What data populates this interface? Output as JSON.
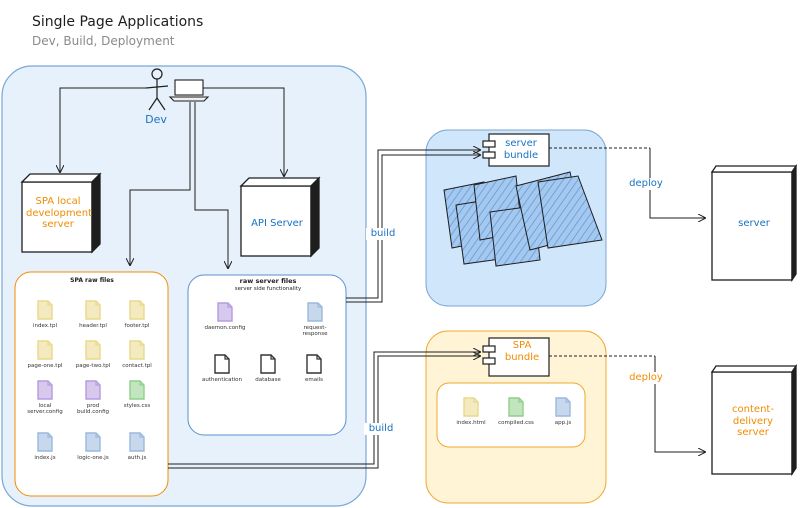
{
  "header": {
    "title": "Single Page Applications",
    "subtitle": "Dev, Build, Deployment"
  },
  "dev": {
    "label": "Dev"
  },
  "nodes": {
    "local_server": "SPA local development server",
    "api_server": "API Server",
    "server_bundle": "server bundle",
    "spa_bundle": "SPA bundle",
    "server": "server",
    "cdn_server": "content-delivery server"
  },
  "edges": {
    "build_top": "build",
    "build_bottom": "build",
    "deploy_top": "deploy",
    "deploy_bottom": "deploy"
  },
  "spa_raw": {
    "title": "SPA raw files",
    "files": [
      {
        "name": "index.tpl",
        "type": "tpl"
      },
      {
        "name": "header.tpl",
        "type": "tpl"
      },
      {
        "name": "footer.tpl",
        "type": "tpl"
      },
      {
        "name": "page-one.tpl",
        "type": "tpl"
      },
      {
        "name": "page-two.tpl",
        "type": "tpl"
      },
      {
        "name": "contact.tpl",
        "type": "tpl"
      },
      {
        "name": "local server.config",
        "type": "config"
      },
      {
        "name": "prod build.config",
        "type": "config"
      },
      {
        "name": "styles.css",
        "type": "css"
      },
      {
        "name": "index.js",
        "type": "js"
      },
      {
        "name": "logic-one.js",
        "type": "js"
      },
      {
        "name": "auth.js",
        "type": "js"
      }
    ]
  },
  "raw_server": {
    "title": "raw server files",
    "subtitle": "server side functionality",
    "files": [
      {
        "name": "daemon.config",
        "type": "config"
      },
      {
        "name": "request-response",
        "type": "js"
      },
      {
        "name": "authentication",
        "type": "dark"
      },
      {
        "name": "database",
        "type": "dark"
      },
      {
        "name": "emails",
        "type": "dark"
      }
    ]
  },
  "spa_bundle_files": [
    {
      "name": "index.html",
      "type": "tpl"
    },
    {
      "name": "compiled.css",
      "type": "css"
    },
    {
      "name": "app.js",
      "type": "js"
    }
  ],
  "colors": {
    "blue": "#1971c2",
    "orange": "#f08c00",
    "dev_bg": "#e7f1fb",
    "server_bg": "#d0e6fb",
    "spa_bg": "#fff4d6",
    "tpl": "#e9d98a",
    "config": "#b79be0",
    "css": "#8fcf8a",
    "js": "#9ab8dd",
    "dark": "#4a4a4a"
  }
}
